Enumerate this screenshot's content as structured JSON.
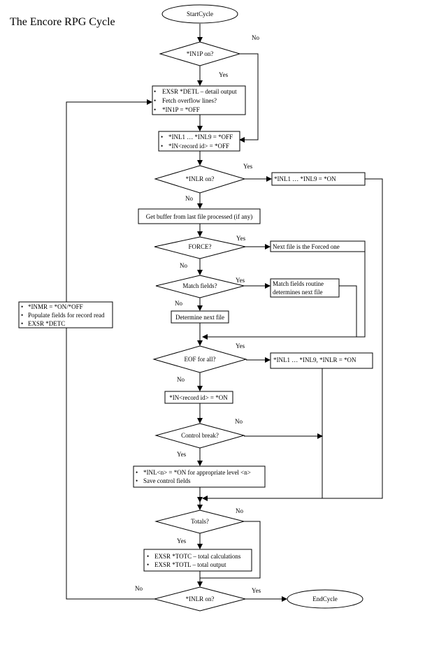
{
  "title": "The Encore RPG Cycle",
  "nodes": {
    "start": "StartCycle",
    "in1p": "*IN1P on?",
    "detl_1": "EXSR *DETL – detail output",
    "detl_2": "Fetch overflow lines?",
    "detl_3": "*IN1P = *OFF",
    "reset_1": "*INL1 … *INL9 = *OFF",
    "reset_2": "*IN<record id> = *OFF",
    "inlr1": "*INLR on?",
    "inlr1_set": "*INL1 … *INL9 = *ON",
    "buffer": "Get buffer from last file processed (if any)",
    "force": "FORCE?",
    "force_next": "Next file is the Forced one",
    "match": "Match fields?",
    "match_next_1": "Match fields routine",
    "match_next_2": "determines next file",
    "determine": "Determine next file",
    "eof": "EOF for all?",
    "eof_set": "*INL1 … *INL9, *INLR = *ON",
    "recid": "*IN<record id>  = *ON",
    "ctrl": "Control break?",
    "ctrl_1": "*INL<n> = *ON for appropriate level <n>",
    "ctrl_2": "Save control fields",
    "totals": "Totals?",
    "tot_1": "EXSR *TOTC – total calculations",
    "tot_2": "EXSR *TOTL – total output",
    "inlr2": "*INLR on?",
    "end": "EndCycle",
    "inmr_1": "*INMR = *ON/*OFF",
    "inmr_2": "Populate fields for record read",
    "inmr_3": "EXSR *DETC"
  },
  "edge_labels": {
    "in1p_no": "No",
    "in1p_yes": "Yes",
    "inlr1_yes": "Yes",
    "inlr1_no": "No",
    "force_yes": "Yes",
    "force_no": "No",
    "match_yes": "Yes",
    "match_no": "No",
    "eof_yes": "Yes",
    "eof_no": "No",
    "ctrl_no": "No",
    "ctrl_yes": "Yes",
    "totals_no": "No",
    "totals_yes": "Yes",
    "inlr2_no": "No",
    "inlr2_yes": "Yes"
  }
}
